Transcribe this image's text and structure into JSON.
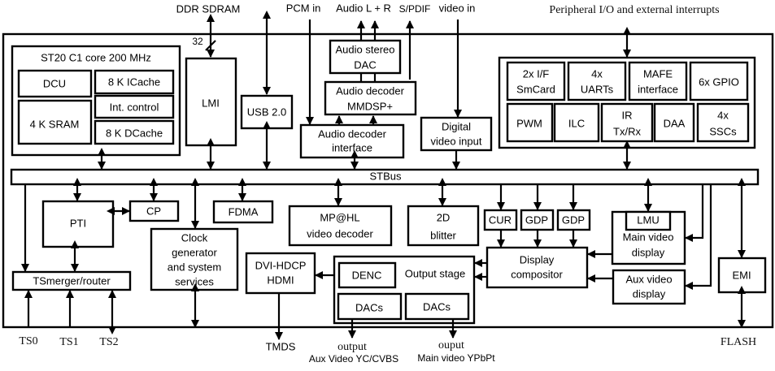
{
  "external": {
    "ddr_sdram": "DDR  SDRAM",
    "bus_width": "32",
    "pcm_in": "PCM in",
    "audio_lr": "Audio L + R",
    "spdif": "S/PDIF",
    "video_in": "video in",
    "peripheral_io": "Peripheral I/O and external interrupts",
    "ts0": "TS0",
    "ts1": "TS1",
    "ts2": "TS2",
    "tmds": "TMDS",
    "output_aux_1": "output",
    "output_aux_2": "Aux Video YC/CVBS",
    "output_main_1": "ouput",
    "output_main_2": "Main video  YPbPt",
    "flash": "FLASH"
  },
  "core": {
    "title": "ST20 C1 core 200 MHz",
    "dcu": "DCU",
    "icache": "8 K ICache",
    "int_control": "Int. control",
    "sram": "4 K SRAM",
    "dcache": "8 K DCache"
  },
  "blocks": {
    "lmi": "LMI",
    "usb": "USB 2.0",
    "audio_dac_1": "Audio stereo",
    "audio_dac_2": "DAC",
    "audio_dec_1": "Audio decoder",
    "audio_dec_2": "MMDSP+",
    "audio_if_1": "Audio decoder",
    "audio_if_2": "interface",
    "dvi_in_1": "Digital",
    "dvi_in_2": "video input",
    "stbus": "STBus",
    "pti": "PTI",
    "cp": "CP",
    "fdma": "FDMA",
    "clock_1": "Clock",
    "clock_2": "generator",
    "clock_3": "and system",
    "clock_4": "services",
    "tsmerger": "TSmerger/router",
    "mpeg_1": "MP@HL",
    "mpeg_2": "video decoder",
    "blitter_1": "2D",
    "blitter_2": "blitter",
    "cur": "CUR",
    "gdp1": "GDP",
    "gdp2": "GDP",
    "lmu": "LMU",
    "main_video_1": "Main video",
    "main_video_2": "display",
    "aux_video_1": "Aux video",
    "aux_video_2": "display",
    "compositor_1": "Display",
    "compositor_2": "compositor",
    "hdmi_1": "DVI-HDCP",
    "hdmi_2": "HDMI",
    "output_stage": "Output stage",
    "denc": "DENC",
    "dacs1": "DACs",
    "dacs2": "DACs",
    "emi": "EMI"
  },
  "peripherals": {
    "smcard_1": "2x I/F",
    "smcard_2": "SmCard",
    "uarts_1": "4x",
    "uarts_2": "UARTs",
    "mafe_1": "MAFE",
    "mafe_2": "interface",
    "gpio": "6x GPIO",
    "pwm": "PWM",
    "ilc": "ILC",
    "ir_1": "IR",
    "ir_2": "Tx/Rx",
    "daa": "DAA",
    "sscs_1": "4x",
    "sscs_2": "SSCs"
  }
}
